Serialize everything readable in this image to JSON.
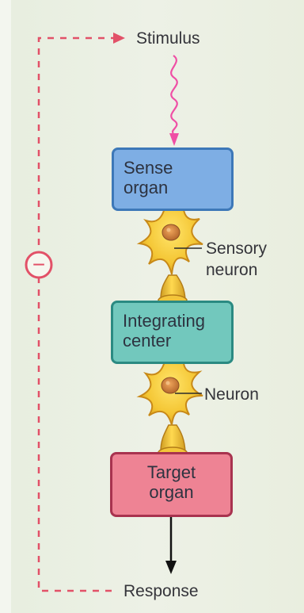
{
  "diagram": {
    "stimulus_label": "Stimulus",
    "sense_organ": {
      "line1": "Sense",
      "line2": "organ"
    },
    "sensory_neuron": {
      "line1": "Sensory",
      "line2": "neuron"
    },
    "integrating_center": {
      "line1": "Integrating",
      "line2": "center"
    },
    "neuron_label": "Neuron",
    "target_organ": {
      "line1": "Target",
      "line2": "organ"
    },
    "response_label": "Response",
    "feedback_symbol": "−"
  },
  "colors": {
    "feedback": "#e25168",
    "stimulus_arrow": "#ef4fa5",
    "sense_organ_fill": "#7eaee4",
    "integrating_fill": "#72c8bd",
    "target_fill": "#ee8394",
    "neuron_fill": "#f6cd3b"
  }
}
